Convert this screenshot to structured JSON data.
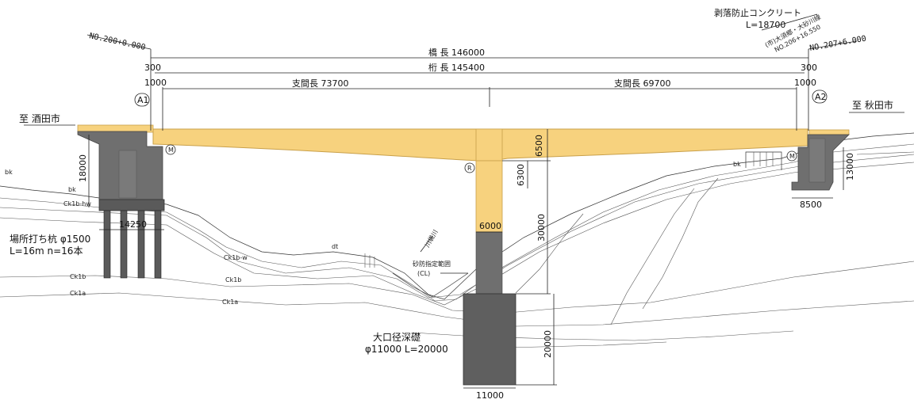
{
  "stations": {
    "start": "NO.200+0.000",
    "end": "NO.207+6.000"
  },
  "dimensions": {
    "bridge_length": "橋  長  146000",
    "girder_length": "桁  長  145400",
    "span_left": "支間長  73700",
    "span_right": "支間長  69700",
    "offset_left_top": "300",
    "offset_right_top": "300",
    "offset_left": "1000",
    "offset_right": "1000",
    "pier_height": "30000",
    "girder_depth_pier": "6500",
    "girder_depth_inner": "6300",
    "pier_width": "6000",
    "caisson_depth": "20000",
    "caisson_width": "11000",
    "a1_height": "18000",
    "a1_footing": "14250",
    "a2_height": "13000",
    "a2_footing": "8500"
  },
  "directions": {
    "left": "至 酒田市",
    "right": "至 秋田市"
  },
  "supports": {
    "a1": "A1",
    "a2": "A2",
    "movable": "M",
    "fixed": "R"
  },
  "notes": {
    "anti_fall_title": "剥落防止コンクリート",
    "anti_fall_length": "L=18700",
    "road_cross": "(市)大須郷・大砂川線",
    "road_station": "NO.206+16.550",
    "river": "川袋川",
    "erosion_zone": "砂防指定範囲",
    "erosion_cl": "(CL)",
    "pile_title": "場所打ち杭  φ1500",
    "pile_spec": "L=16m n=16本",
    "caisson_title": "大口径深礎",
    "caisson_spec": "φ11000  L=20000"
  },
  "strata": {
    "bk": "bk",
    "dt": "dt",
    "ck1b_hw": "Ck1b-hw",
    "ck1b_w": "Ck1b-w",
    "ck1b": "Ck1b",
    "ck1a": "Ck1a"
  },
  "colors": {
    "girder": "#f7d27e",
    "girder_edge": "#c9a04a",
    "concrete": "#6f6f6f",
    "concrete_dark": "#5a5a5a"
  }
}
